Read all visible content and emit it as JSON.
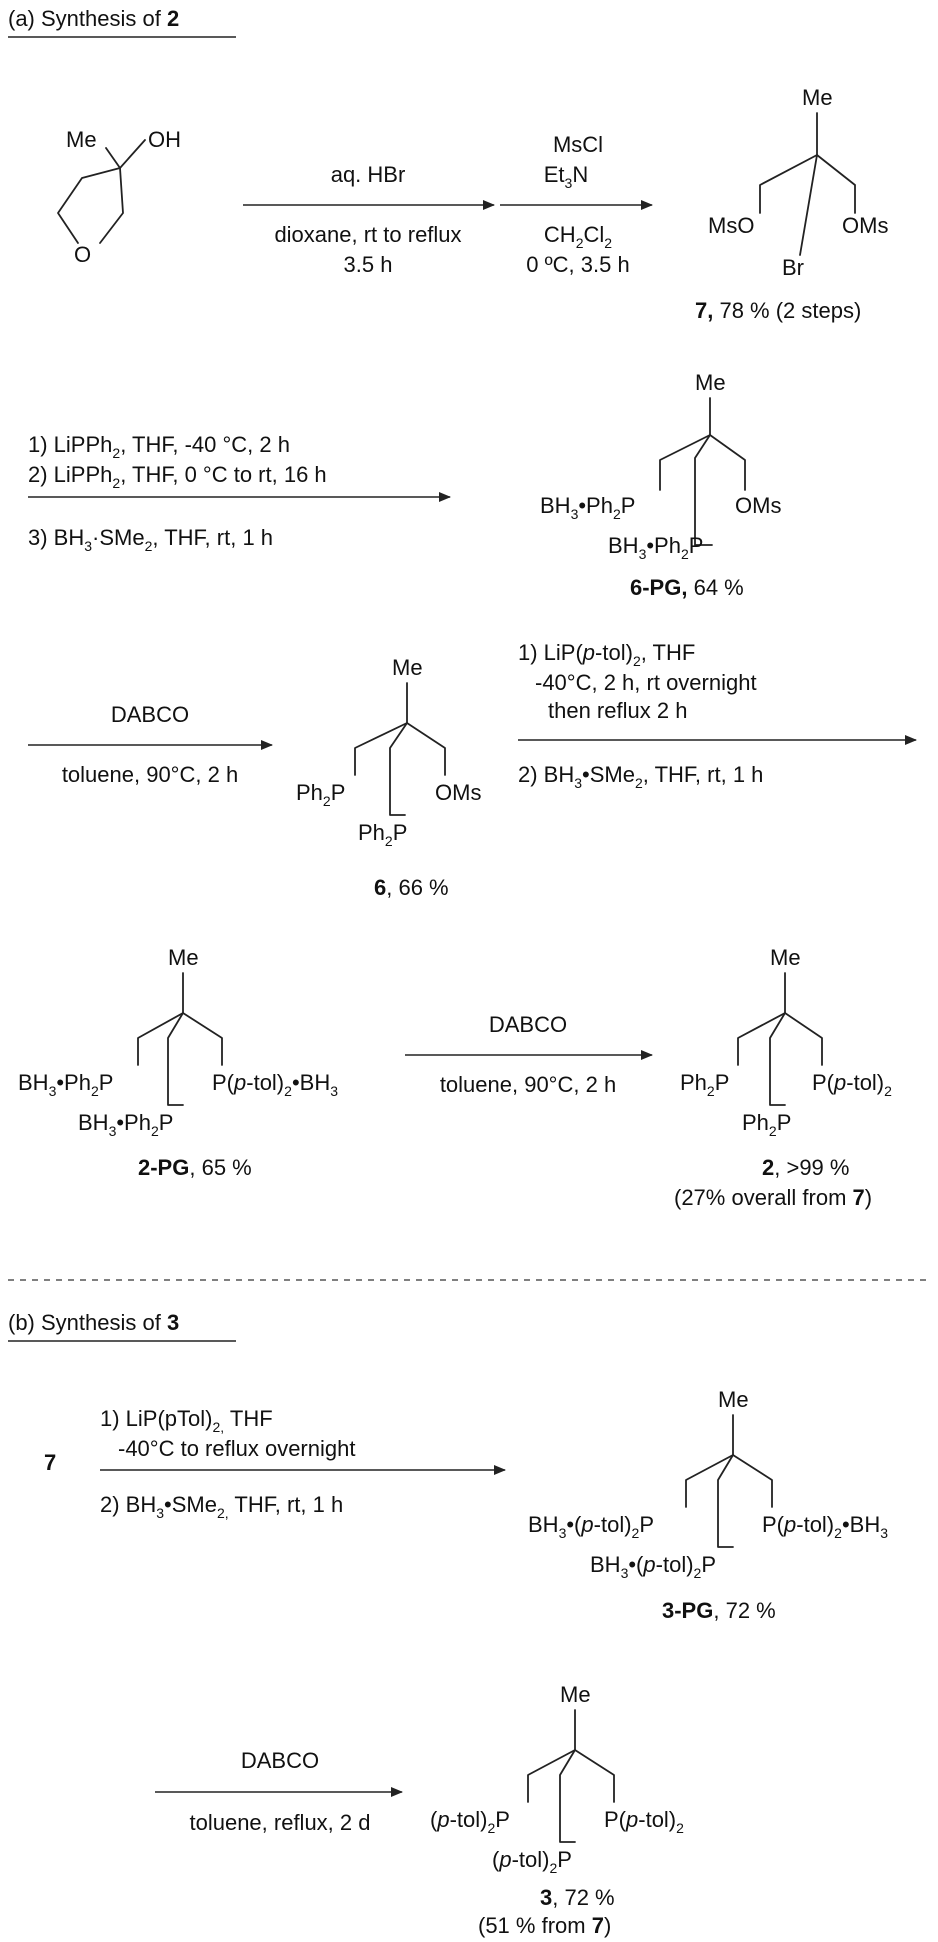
{
  "section_a": {
    "label_prefix": "(a) Synthesis of ",
    "label_num": "2"
  },
  "section_b": {
    "label_prefix": "(b) Synthesis of ",
    "label_num": "3"
  },
  "atoms": {
    "me": "Me",
    "oh": "OH",
    "o": "O",
    "oms": "OMs",
    "mso": "MsO",
    "br": "Br"
  },
  "step1": {
    "above": "aq. HBr",
    "below1": "dioxane, rt to reflux",
    "below2": "3.5 h"
  },
  "step2": {
    "above1": "MsCl",
    "above2": "Et3N",
    "below1": "CH2Cl2",
    "below2": "0 ºC, 3.5 h"
  },
  "cmpd7": {
    "num": "7,",
    "yield": " 78 % (2 steps)"
  },
  "step3": {
    "line1": "1) LiPPh2, THF, -40 °C, 2 h",
    "line2": "2) LiPPh2, THF, 0 °C to rt, 16 h",
    "line3": "3) BH3·SMe2, THF, rt, 1 h"
  },
  "cmpd6pg": {
    "num": "6-PG,",
    "yield": " 64 %"
  },
  "step4": {
    "above": "DABCO",
    "below": "toluene, 90°C, 2 h"
  },
  "cmpd6": {
    "num": "6",
    "yield": ", 66 %"
  },
  "step5": {
    "line1": "1) LiP(p-tol)2, THF",
    "line2": "-40°C, 2 h, rt overnight",
    "line3": "then reflux 2 h",
    "line4": "2) BH3•SMe2, THF, rt, 1 h"
  },
  "cmpd2pg": {
    "num": "2-PG",
    "yield": ", 65 %"
  },
  "step6": {
    "above": "DABCO",
    "below": "toluene, 90°C, 2 h"
  },
  "cmpd2": {
    "num": "2",
    "yield": ", >99 %",
    "overall_pre": "(27% overall from ",
    "overall_num": "7",
    "overall_post": ")"
  },
  "step7": {
    "start": "7",
    "line1": "1) LiP(pTol)2, THF",
    "line2": "-40°C to reflux overnight",
    "line3": "2) BH3•SMe2, THF, rt, 1 h"
  },
  "cmpd3pg": {
    "num": "3-PG",
    "yield": ", 72 %"
  },
  "step8": {
    "above": "DABCO",
    "below": "toluene, reflux, 2 d"
  },
  "cmpd3": {
    "num": "3",
    "yield": ", 72 %",
    "overall_pre": "(51 % from ",
    "overall_num": "7",
    "overall_post": ")"
  }
}
